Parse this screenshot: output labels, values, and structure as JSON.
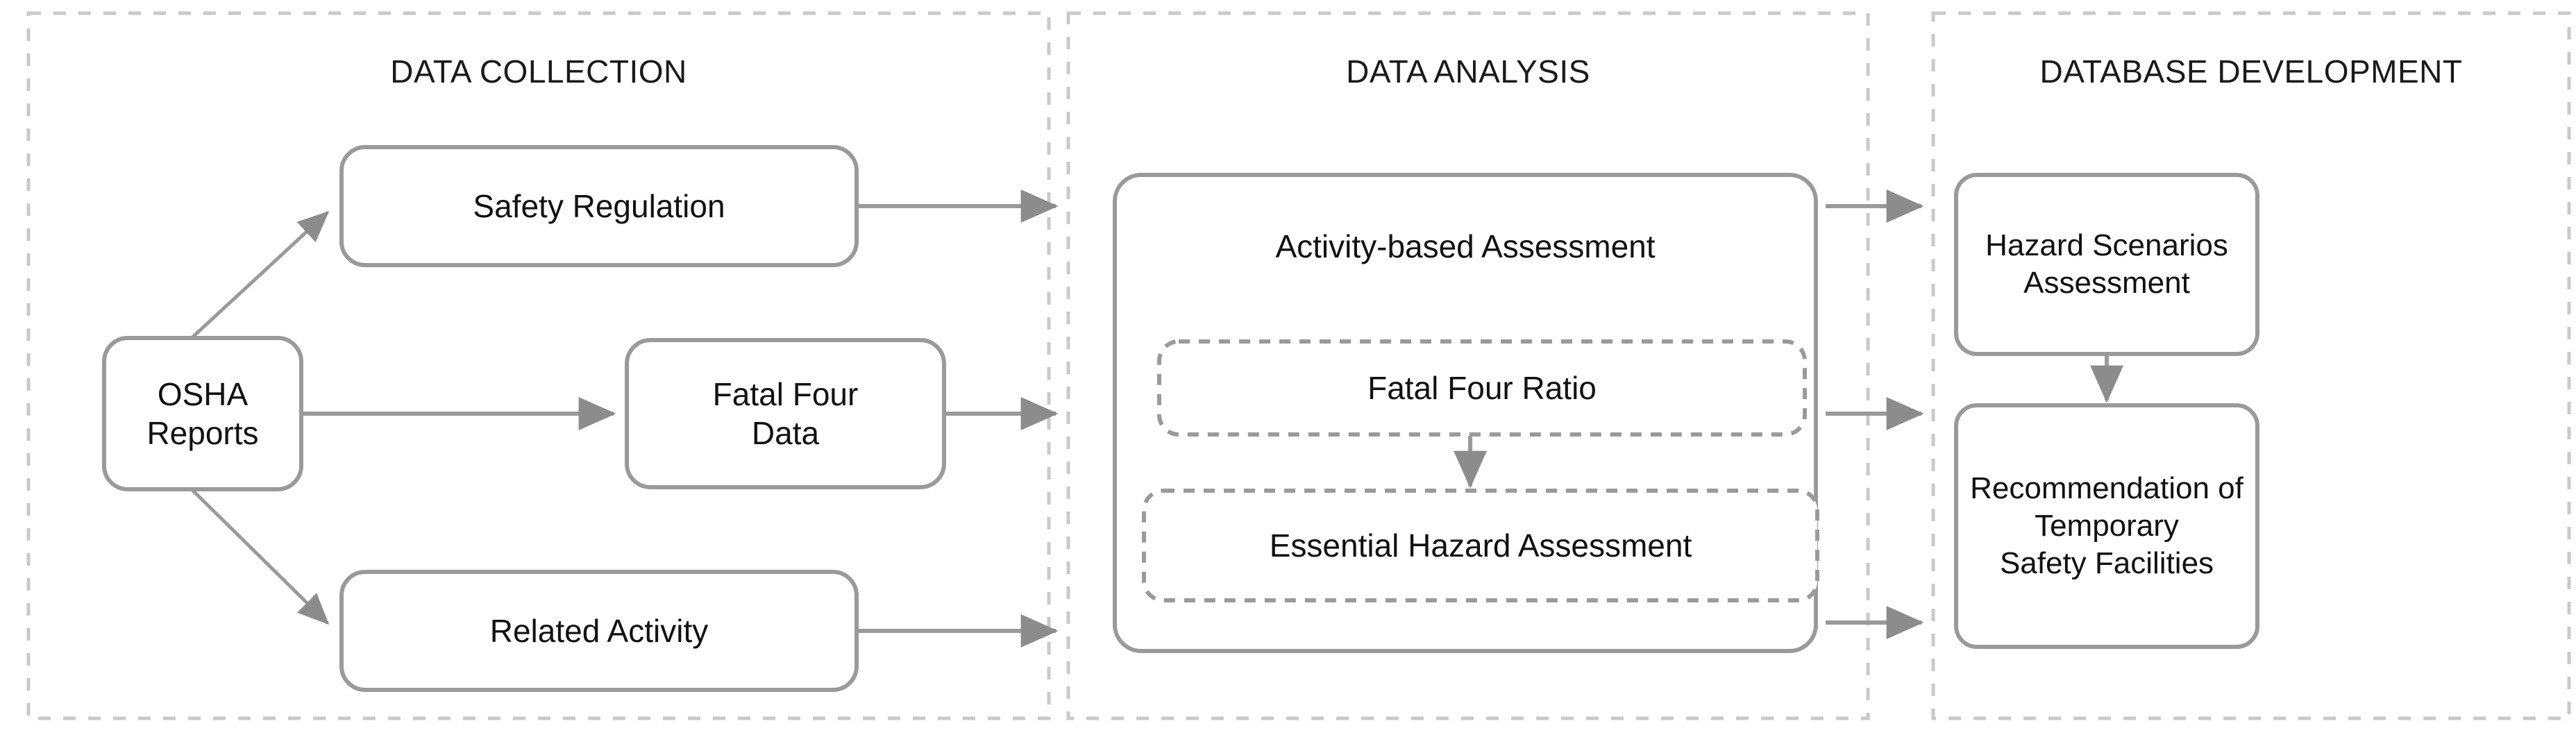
{
  "diagram": {
    "type": "flowchart",
    "orientation": "left-to-right",
    "stroke_color": "#8c8c8c",
    "dashed_panel_color": "#c8c8c8",
    "text_color": "#111111",
    "background": "#ffffff"
  },
  "panels": [
    {
      "id": "data-collection",
      "title": "DATA COLLECTION",
      "nodes": [
        {
          "id": "osha-reports",
          "label": "OSHA\nReports",
          "style": "solid"
        },
        {
          "id": "safety-regulation",
          "label": "Safety Regulation",
          "style": "solid"
        },
        {
          "id": "fatal-four-data",
          "label": "Fatal Four\nData",
          "style": "solid"
        },
        {
          "id": "related-activity",
          "label": "Related Activity",
          "style": "solid"
        }
      ]
    },
    {
      "id": "data-analysis",
      "title": "DATA ANALYSIS",
      "nodes": [
        {
          "id": "activity-based-assessment",
          "label": "Activity-based Assessment",
          "style": "solid-container"
        },
        {
          "id": "fatal-four-ratio",
          "label": "Fatal Four Ratio",
          "style": "dashed"
        },
        {
          "id": "essential-hazard-assessment",
          "label": "Essential Hazard Assessment",
          "style": "dashed"
        }
      ]
    },
    {
      "id": "database-development",
      "title": "DATABASE DEVELOPMENT",
      "nodes": [
        {
          "id": "hazard-scenarios-assessment",
          "label": "Hazard Scenarios\nAssessment",
          "style": "solid"
        },
        {
          "id": "recommendation-temporary-safety-facilities",
          "label": "Recommendation of\nTemporary\nSafety Facilities",
          "style": "solid"
        }
      ]
    }
  ],
  "labels": {
    "title_data_collection": "DATA COLLECTION",
    "title_data_analysis": "DATA ANALYSIS",
    "title_database_development": "DATABASE DEVELOPMENT",
    "osha_reports_line1": "OSHA",
    "osha_reports_line2": "Reports",
    "safety_regulation": "Safety Regulation",
    "fatal_four_data_line1": "Fatal Four",
    "fatal_four_data_line2": "Data",
    "related_activity": "Related Activity",
    "activity_based_assessment": "Activity-based Assessment",
    "fatal_four_ratio": "Fatal Four Ratio",
    "essential_hazard_assessment": "Essential Hazard Assessment",
    "hazard_scenarios_line1": "Hazard Scenarios",
    "hazard_scenarios_line2": "Assessment",
    "recommendation_line1": "Recommendation of",
    "recommendation_line2": "Temporary",
    "recommendation_line3": "Safety Facilities"
  },
  "edges": [
    {
      "from": "osha-reports",
      "to": "safety-regulation"
    },
    {
      "from": "osha-reports",
      "to": "fatal-four-data"
    },
    {
      "from": "osha-reports",
      "to": "related-activity"
    },
    {
      "from": "safety-regulation",
      "to": "data-analysis-panel"
    },
    {
      "from": "fatal-four-data",
      "to": "data-analysis-panel"
    },
    {
      "from": "related-activity",
      "to": "data-analysis-panel"
    },
    {
      "from": "fatal-four-ratio",
      "to": "essential-hazard-assessment"
    },
    {
      "from": "data-analysis-panel",
      "to": "database-development-panel-top"
    },
    {
      "from": "data-analysis-panel",
      "to": "database-development-panel-mid"
    },
    {
      "from": "data-analysis-panel",
      "to": "database-development-panel-bottom"
    },
    {
      "from": "hazard-scenarios-assessment",
      "to": "recommendation-temporary-safety-facilities"
    }
  ]
}
